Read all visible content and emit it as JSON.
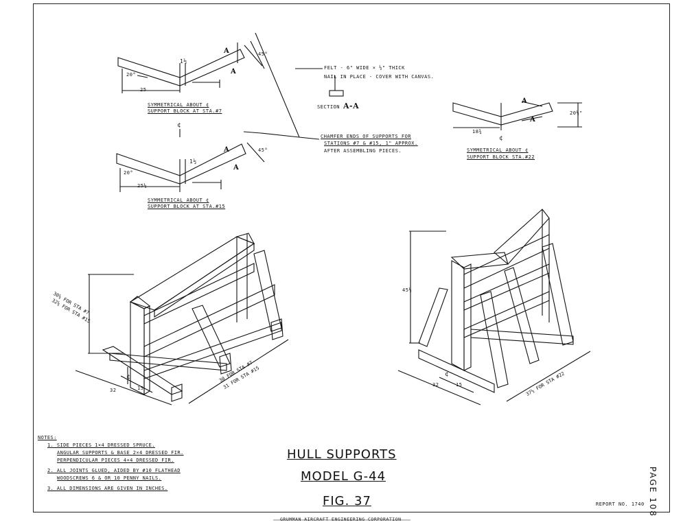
{
  "detail_top_left": {
    "dim_1half": "1½",
    "angle": "20°",
    "dim_len": "25",
    "chamfer_angle": "45°",
    "section_mark": "A",
    "caption_1": "SYMMETRICAL ABOUT ¢",
    "caption_2": "SUPPORT BLOCK AT STA.#7"
  },
  "detail_mid_left": {
    "centerline": "¢",
    "dim_1half": "1½",
    "angle": "20°",
    "dim_len": "25½",
    "chamfer_angle": "45°",
    "section_mark": "A",
    "caption_1": "SYMMETRICAL ABOUT ¢",
    "caption_2": "SUPPORT BLOCK AT STA.#15"
  },
  "felt_note": {
    "line1": "FELT - 6\" WIDE × ½\" THICK",
    "line2": "NAIL IN PLACE - COVER WITH CANVAS.",
    "section_label": "SECTION",
    "section_id": "A-A"
  },
  "chamfer_note": {
    "line1": "CHAMFER ENDS OF SUPPORTS FOR",
    "line2": "STATIONS #7 & #15, 1\" APPROX.",
    "line3": "AFTER ASSEMBLING PIECES."
  },
  "detail_right": {
    "section_mark": "A",
    "dim_height": "20½\"",
    "dim_len": "18¾",
    "centerline": "¢",
    "caption_1": "SYMMETRICAL ABOUT ¢",
    "caption_2": "SUPPORT BLOCK STA.#22"
  },
  "iso_left": {
    "height_1": "30¼ FOR STA #7",
    "height_2": "32⅛ FOR STA #15",
    "length_1": "30 FOR STA #7",
    "length_2": "31 FOR STA #15",
    "width": "32",
    "half_width": "15",
    "centerline": "¢"
  },
  "iso_right": {
    "height": "45½",
    "length": "37½ FOR STA #22",
    "width": "32",
    "half_width": "15",
    "centerline": "¢"
  },
  "notes": {
    "heading": "NOTES:",
    "n1a": "1.  SIDE PIECES 1×4 DRESSED SPRUCE.",
    "n1b": "ANGULAR SUPPORTS & BASE 2×4 DRESSED FIR.",
    "n1c": "PERPENDICULAR PIECES 4×4 DRESSED FIR.",
    "n2a": "2.  ALL JOINTS GLUED, AIDED BY #10 FLATHEAD",
    "n2b": "WOODSCREWS 6 & OR 10 PENNY NAILS.",
    "n3": "3.  ALL DIMENSIONS ARE GIVEN IN INCHES."
  },
  "title": {
    "line1": "HULL SUPPORTS",
    "line2": "MODEL G-44",
    "fig": "FIG. 37"
  },
  "report": "REPORT NO. 1740",
  "company": "GRUMMAN AIRCRAFT ENGINEERING CORPORATION",
  "page": "PAGE 108"
}
